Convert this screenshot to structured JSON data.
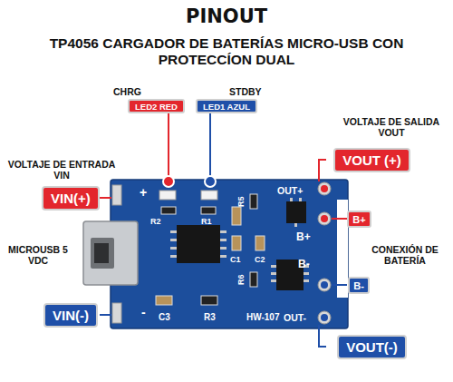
{
  "diagram": {
    "title": "PINOUT",
    "nodes": [
      {
        "text": [
          "LED2 RED"
        ]
      },
      {
        "text": [
          "LED1 AZUL"
        ]
      },
      {
        "text": [
          "VIN(+)"
        ]
      },
      {
        "text": [
          "VIN(-)"
        ]
      },
      {
        "text": [
          "VOUT (+)"
        ]
      },
      {
        "text": [
          "B+"
        ]
      },
      {
        "text": [
          "B-"
        ]
      },
      {
        "text": [
          "VOUT(-)"
        ]
      }
    ],
    "labels": [
      "TP4056 CARGADOR DE BATERÍAS MICRO-USB CON PROTECCÍON DUAL",
      "CHRG",
      "STDBY",
      "VOLTAJE DE SALIDA VOUT",
      "VOLTAJE DE ENTRADA VIN",
      "MICROUSB 5 VDC",
      "CONEXIÓN DE BATERÍA",
      "+",
      "-",
      "R2",
      "R1",
      "R5",
      "C1",
      "C2",
      "R6",
      "C3",
      "R3",
      "HW-107",
      "OUT+",
      "B+",
      "B-",
      "OUT-"
    ]
  }
}
